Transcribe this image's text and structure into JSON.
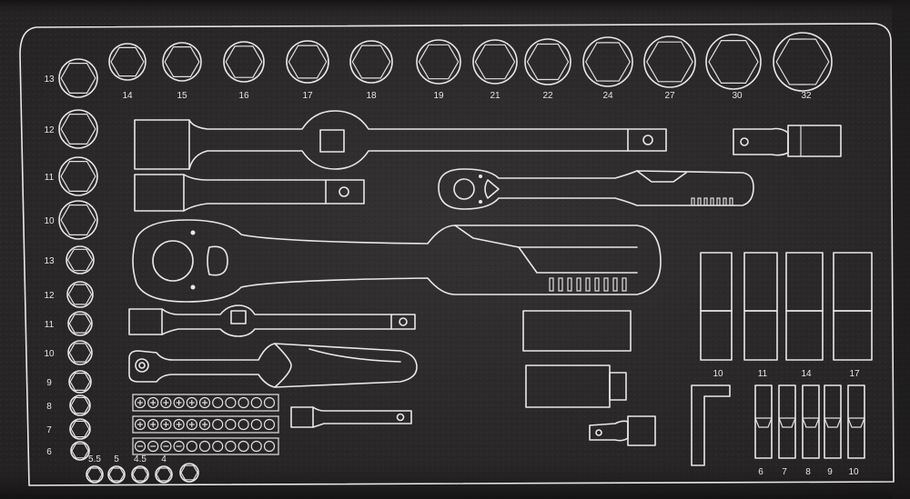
{
  "photo": {
    "subject": "foam-tray-tool-organizer",
    "colors": {
      "foam": "#2f2d2d",
      "foam_dark": "#1f1e1e",
      "outline": "#e8e8e8",
      "background": "#272525"
    }
  },
  "sockets_top_row": {
    "labels": [
      "14",
      "15",
      "16",
      "17",
      "18",
      "19",
      "21",
      "22",
      "24",
      "27",
      "30",
      "32"
    ]
  },
  "sockets_left_large": {
    "labels": [
      "13",
      "12",
      "11",
      "10"
    ]
  },
  "sockets_left_small": {
    "labels": [
      "13",
      "12",
      "11",
      "10",
      "9",
      "8",
      "7",
      "6"
    ]
  },
  "sockets_bottom_small": {
    "labels": [
      "5.5",
      "5",
      "4.5",
      "4"
    ]
  },
  "deep_sockets": {
    "labels": [
      "10",
      "11",
      "14",
      "17"
    ]
  },
  "bits_and_key": {
    "labels": [
      "6",
      "7",
      "8",
      "9",
      "10"
    ]
  }
}
